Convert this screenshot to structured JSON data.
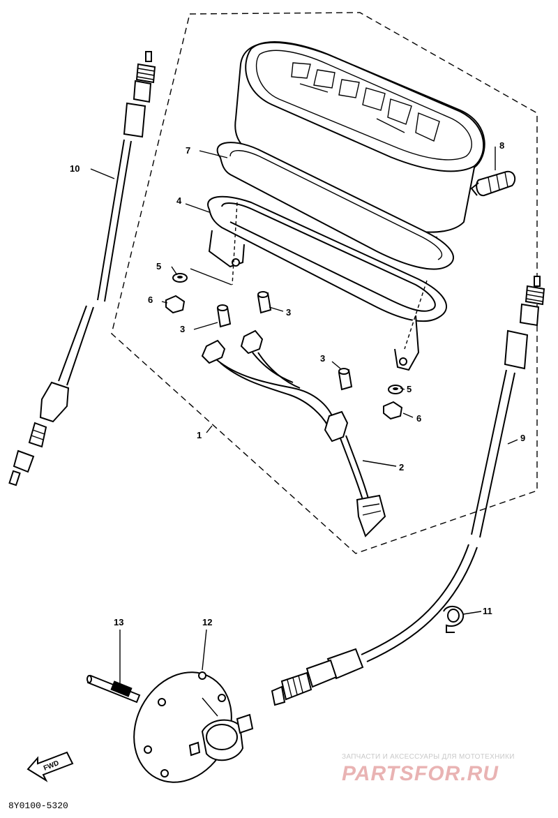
{
  "diagram": {
    "diagram_code": "8Y0100-5320",
    "direction_marker": "FWD",
    "callouts": [
      {
        "id": "c1",
        "text": "1"
      },
      {
        "id": "c2",
        "text": "2"
      },
      {
        "id": "c3a",
        "text": "3"
      },
      {
        "id": "c3b",
        "text": "3"
      },
      {
        "id": "c3c",
        "text": "3"
      },
      {
        "id": "c4",
        "text": "4"
      },
      {
        "id": "c5a",
        "text": "5"
      },
      {
        "id": "c5b",
        "text": "5"
      },
      {
        "id": "c6a",
        "text": "6"
      },
      {
        "id": "c6b",
        "text": "6"
      },
      {
        "id": "c7",
        "text": "7"
      },
      {
        "id": "c8",
        "text": "8"
      },
      {
        "id": "c9",
        "text": "9"
      },
      {
        "id": "c10",
        "text": "10"
      },
      {
        "id": "c11",
        "text": "11"
      },
      {
        "id": "c12",
        "text": "12"
      },
      {
        "id": "c13",
        "text": "13"
      }
    ]
  },
  "watermark": {
    "caption": "ЗАПЧАСТИ И АКСЕССУАРЫ ДЛЯ МОТОТЕХНИКИ",
    "brand": "PARTSFOR.RU"
  }
}
